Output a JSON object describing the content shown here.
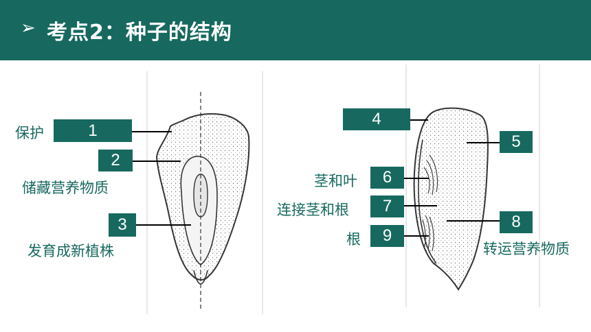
{
  "header": {
    "arrow": "➢",
    "title": "考点2：种子的结构"
  },
  "left_labels": {
    "box1": "1",
    "box2": "2",
    "box3": "3",
    "text1": "保护",
    "text2": "储藏营养物质",
    "text3": "发育成新植株"
  },
  "right_labels": {
    "box4": "4",
    "box5": "5",
    "box6": "6",
    "box7": "7",
    "box8": "8",
    "box9": "9",
    "text6": "茎和叶",
    "text7": "连接茎和根",
    "text8": "转运营养物质",
    "text9": "根"
  },
  "colors": {
    "accent": "#17695f",
    "text_on_accent": "#ffffff"
  }
}
